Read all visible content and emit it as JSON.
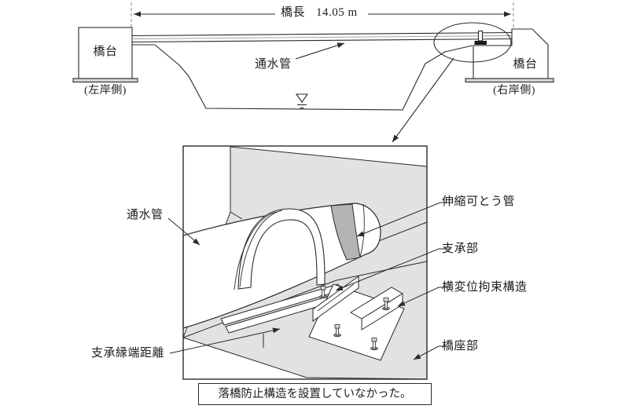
{
  "overview": {
    "bridge_length_label": "橋長",
    "bridge_length_value": "14.05 m",
    "abutment_left_label": "橋台",
    "left_bank_label": "(左岸側)",
    "abutment_right_label": "橋台",
    "right_bank_label": "(右岸側)",
    "pipe_label": "通水管"
  },
  "detail": {
    "pipe_label": "通水管",
    "flexible_joint_label": "伸縮可とう管",
    "bearing_label": "支承部",
    "lateral_restraint_label": "横変位拘束構造",
    "bearing_edge_distance_label": "支承縁端距離",
    "bridge_seat_label": "橋座部"
  },
  "caption": "落橋防止構造を設置していなかった。",
  "colors": {
    "line": "#2a2a2a",
    "concrete_gray": "#e2e2e2",
    "joint_gray": "#b4b4b4",
    "footing_gray": "#d6d6d6"
  }
}
